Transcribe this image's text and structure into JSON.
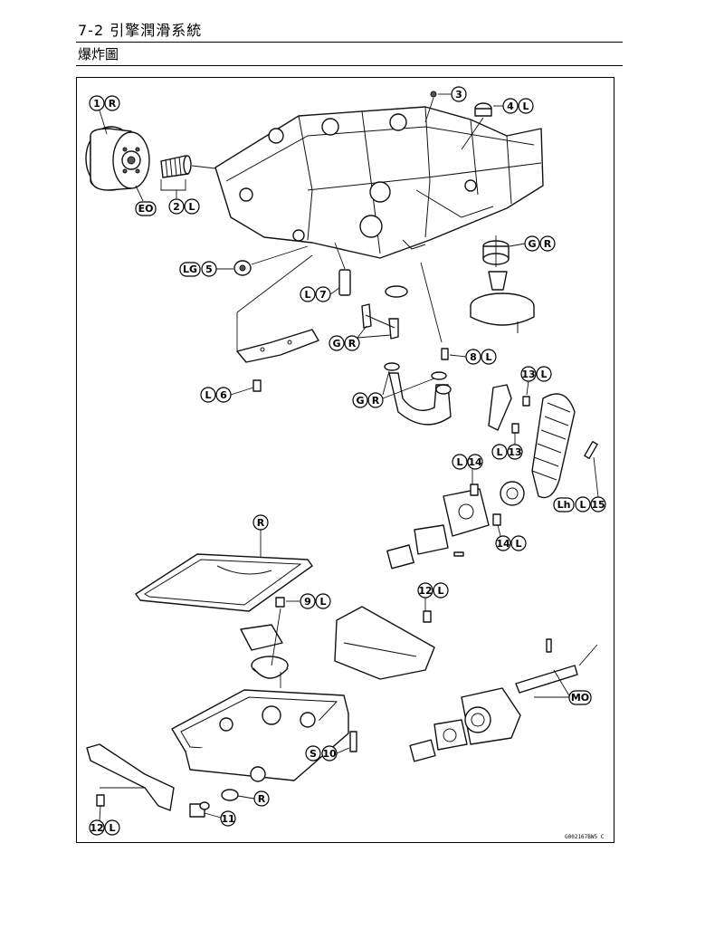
{
  "page": {
    "header": "7-2 引擎潤滑系統",
    "subtitle": "爆炸圖",
    "figure_code": "G002167BW5 C"
  },
  "callouts": [
    {
      "id": "c1",
      "cells": [
        "1",
        "R"
      ]
    },
    {
      "id": "c2",
      "cells": [
        "2",
        "L"
      ]
    },
    {
      "id": "c3",
      "cells": [
        "3"
      ]
    },
    {
      "id": "c4",
      "cells": [
        "4",
        "L"
      ]
    },
    {
      "id": "c5",
      "cells": [
        "LG",
        "5"
      ]
    },
    {
      "id": "c6",
      "cells": [
        "L",
        "6"
      ]
    },
    {
      "id": "c7",
      "cells": [
        "L",
        "7"
      ]
    },
    {
      "id": "c8",
      "cells": [
        "8",
        "L"
      ]
    },
    {
      "id": "c9",
      "cells": [
        "9",
        "L"
      ]
    },
    {
      "id": "c10",
      "cells": [
        "S",
        "10"
      ]
    },
    {
      "id": "c11",
      "cells": [
        "11"
      ]
    },
    {
      "id": "c12a",
      "cells": [
        "12",
        "L"
      ]
    },
    {
      "id": "c12b",
      "cells": [
        "12",
        "L"
      ]
    },
    {
      "id": "c13a",
      "cells": [
        "13",
        "L"
      ]
    },
    {
      "id": "c13b",
      "cells": [
        "L",
        "13"
      ]
    },
    {
      "id": "c14a",
      "cells": [
        "L",
        "14"
      ]
    },
    {
      "id": "c14b",
      "cells": [
        "14",
        "L"
      ]
    },
    {
      "id": "c15",
      "cells": [
        "Lh",
        "L",
        "15"
      ]
    },
    {
      "id": "cEO",
      "cells": [
        "EO"
      ]
    },
    {
      "id": "cGR1",
      "cells": [
        "G",
        "R"
      ]
    },
    {
      "id": "cGR2",
      "cells": [
        "G",
        "R"
      ]
    },
    {
      "id": "cGR3",
      "cells": [
        "G",
        "R"
      ]
    },
    {
      "id": "cR1",
      "cells": [
        "R"
      ]
    },
    {
      "id": "cR2",
      "cells": [
        "R"
      ]
    },
    {
      "id": "cMO",
      "cells": [
        "MO"
      ]
    }
  ]
}
